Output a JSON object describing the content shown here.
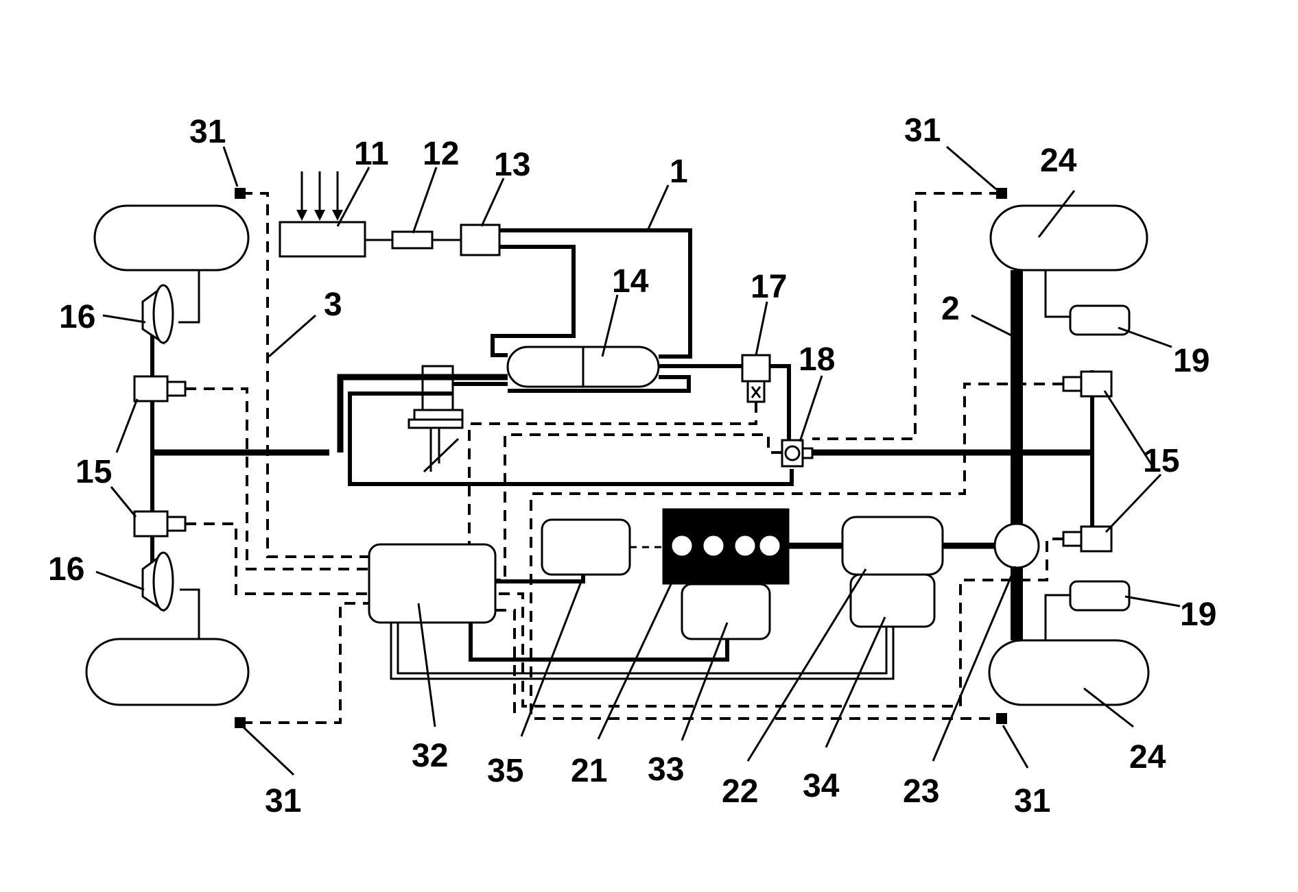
{
  "diagram": {
    "background": "#ffffff",
    "line_color": "#000000",
    "labels": {
      "l1": "1",
      "l2": "2",
      "l3": "3",
      "l11": "11",
      "l12": "12",
      "l13": "13",
      "l14": "14",
      "l15a": "15",
      "l15b": "15",
      "l16a": "16",
      "l16b": "16",
      "l17": "17",
      "l18": "18",
      "l19a": "19",
      "l19b": "19",
      "l21": "21",
      "l22": "22",
      "l23": "23",
      "l24a": "24",
      "l24b": "24",
      "l31a": "31",
      "l31b": "31",
      "l31c": "31",
      "l31d": "31",
      "l32": "32",
      "l33": "33",
      "l34": "34",
      "l35": "35"
    }
  }
}
